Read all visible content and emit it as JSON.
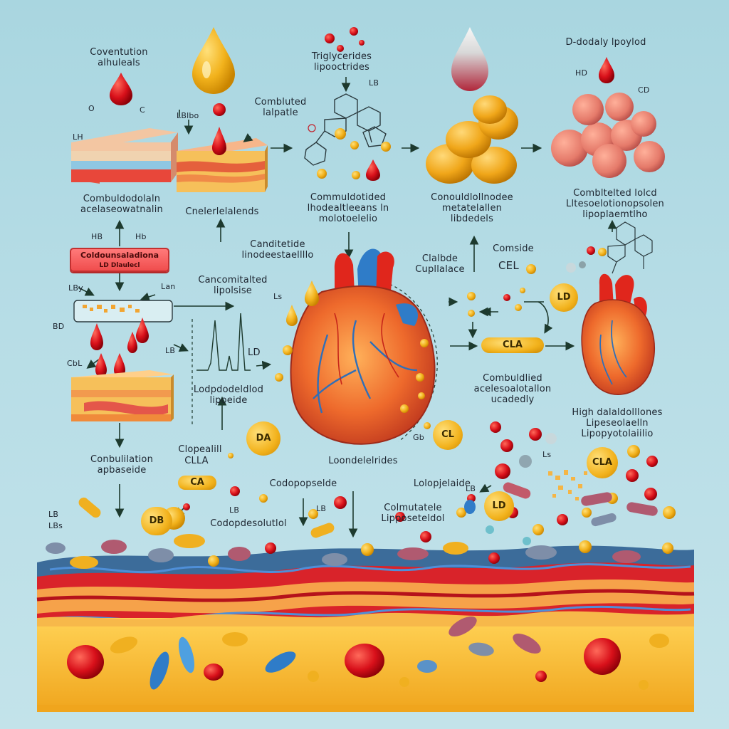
{
  "labels": {
    "top_left": "Coventution\nalhuleals",
    "left_o": "O",
    "left_c": "C",
    "left_lbl": "LH",
    "bl_lbl": "LBlbo",
    "top_mid": "Combluted\nlalpatle",
    "trig": "Triglycerides\nlipooctrides",
    "trig_small": "LB",
    "dd": "D-dodaly lpoylod",
    "hd": "HD",
    "cd": "CD",
    "row2_left": "Combuldodolaln\nacelaseowatnalin",
    "row2_mid": "Cnelerlelalends",
    "row2_c": "Commuldotided\nlhodealtleeans ln\nmolotoelelio",
    "row2_d": "Conouldlollnodee\nmetatelallen\nlibdedels",
    "row2_e": "Combltelted lolcd\nLltesoelotionopsolen\nlipoplaemtlho",
    "hb1": "HB",
    "hb2": "Hb",
    "redbox_top": "Coldounsaladiona",
    "redbox_bot": "LD Dlaulecl",
    "lby": "LBy",
    "lan": "Lan",
    "mid_left": "Canditetide\nlinodeestaellllo",
    "chol_c": "Clalbde\nCupllalace",
    "chol_r": "Comside",
    "cel": "CEL",
    "bd": "BD",
    "cbl": "CbL",
    "lb2": "LB",
    "cont_lip": "Cancomitalted\nlipolsise",
    "ls": "Ls",
    "ld_wave": "LD",
    "lod": "Lodpdodeldlod\nlipoeide",
    "comb_acel": "Combuldlied\nacelesoalotallon\nucadedly",
    "high": "High dalaldolllones\nLipeseolaelln\nLipopyotolaiilio",
    "ch_left": "Conbulilation\napbaseide",
    "clopel": "Clopealill",
    "clla": "CLLA",
    "loon": "Loondelelrides",
    "gb": "Gb",
    "ls2": "Ls",
    "lolop": "Lolopjelaide",
    "lb3": "LB",
    "codo1": "Codopopselde",
    "codo2": "Codopdesolutlol",
    "lb4": "LB",
    "lb5": "LB",
    "colu": "Colmutatele\nLipposeteldol",
    "lb6": "LB",
    "lbs": "LBs"
  },
  "pills": {
    "cla_right": "CLA",
    "ld_right": "LD",
    "cla_mid": "CL",
    "da": "DA",
    "ca": "CA",
    "db": "DB",
    "cla_r2": "CLA",
    "ld_r3": "LD"
  },
  "colors": {
    "oil": "#f2b21c",
    "blood": "#d8101a",
    "fat_tissue": "#f6c94a",
    "vessel_red": "#e02a1d",
    "vessel_blue": "#2f7cc8",
    "accent_bg": "#b7dde6"
  }
}
